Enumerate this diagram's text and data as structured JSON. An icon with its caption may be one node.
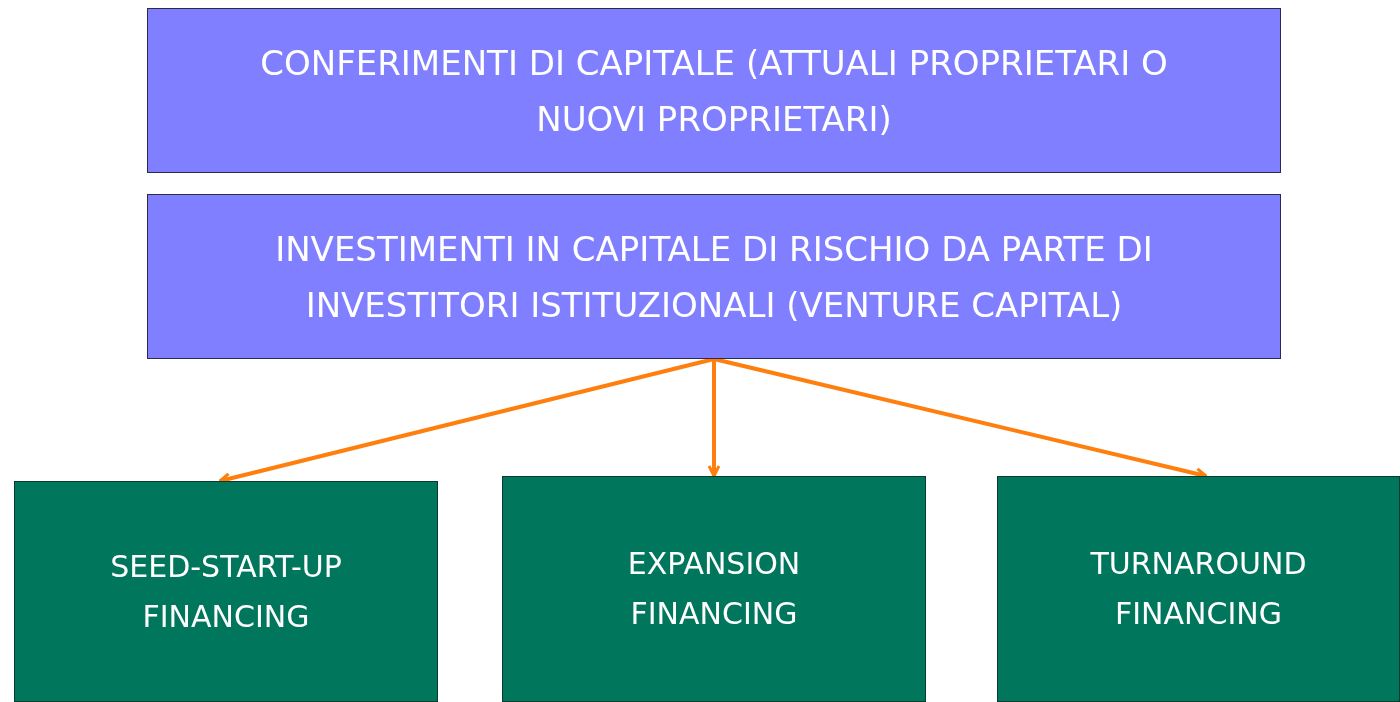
{
  "diagram": {
    "nodes": [
      {
        "text": [
          "CONFERIMENTI DI CAPITALE (ATTUALI PROPRIETARI O NUOVI PROPRIETARI)"
        ]
      },
      {
        "text": [
          "INVESTIMENTI IN CAPITALE DI RISCHIO DA PARTE DI INVESTITORI ISTITUZIONALI (VENTURE CAPITAL)"
        ]
      },
      {
        "text": [
          "SEED-START-UP FINANCING"
        ]
      },
      {
        "text": [
          "EXPANSION FINANCING"
        ]
      },
      {
        "text": [
          "TURNAROUND FINANCING"
        ]
      }
    ],
    "edges": [
      {
        "from": 1,
        "to": 2,
        "arrow": "to"
      },
      {
        "from": 1,
        "to": 3,
        "arrow": "to"
      },
      {
        "from": 1,
        "to": 4,
        "arrow": "to"
      }
    ]
  }
}
